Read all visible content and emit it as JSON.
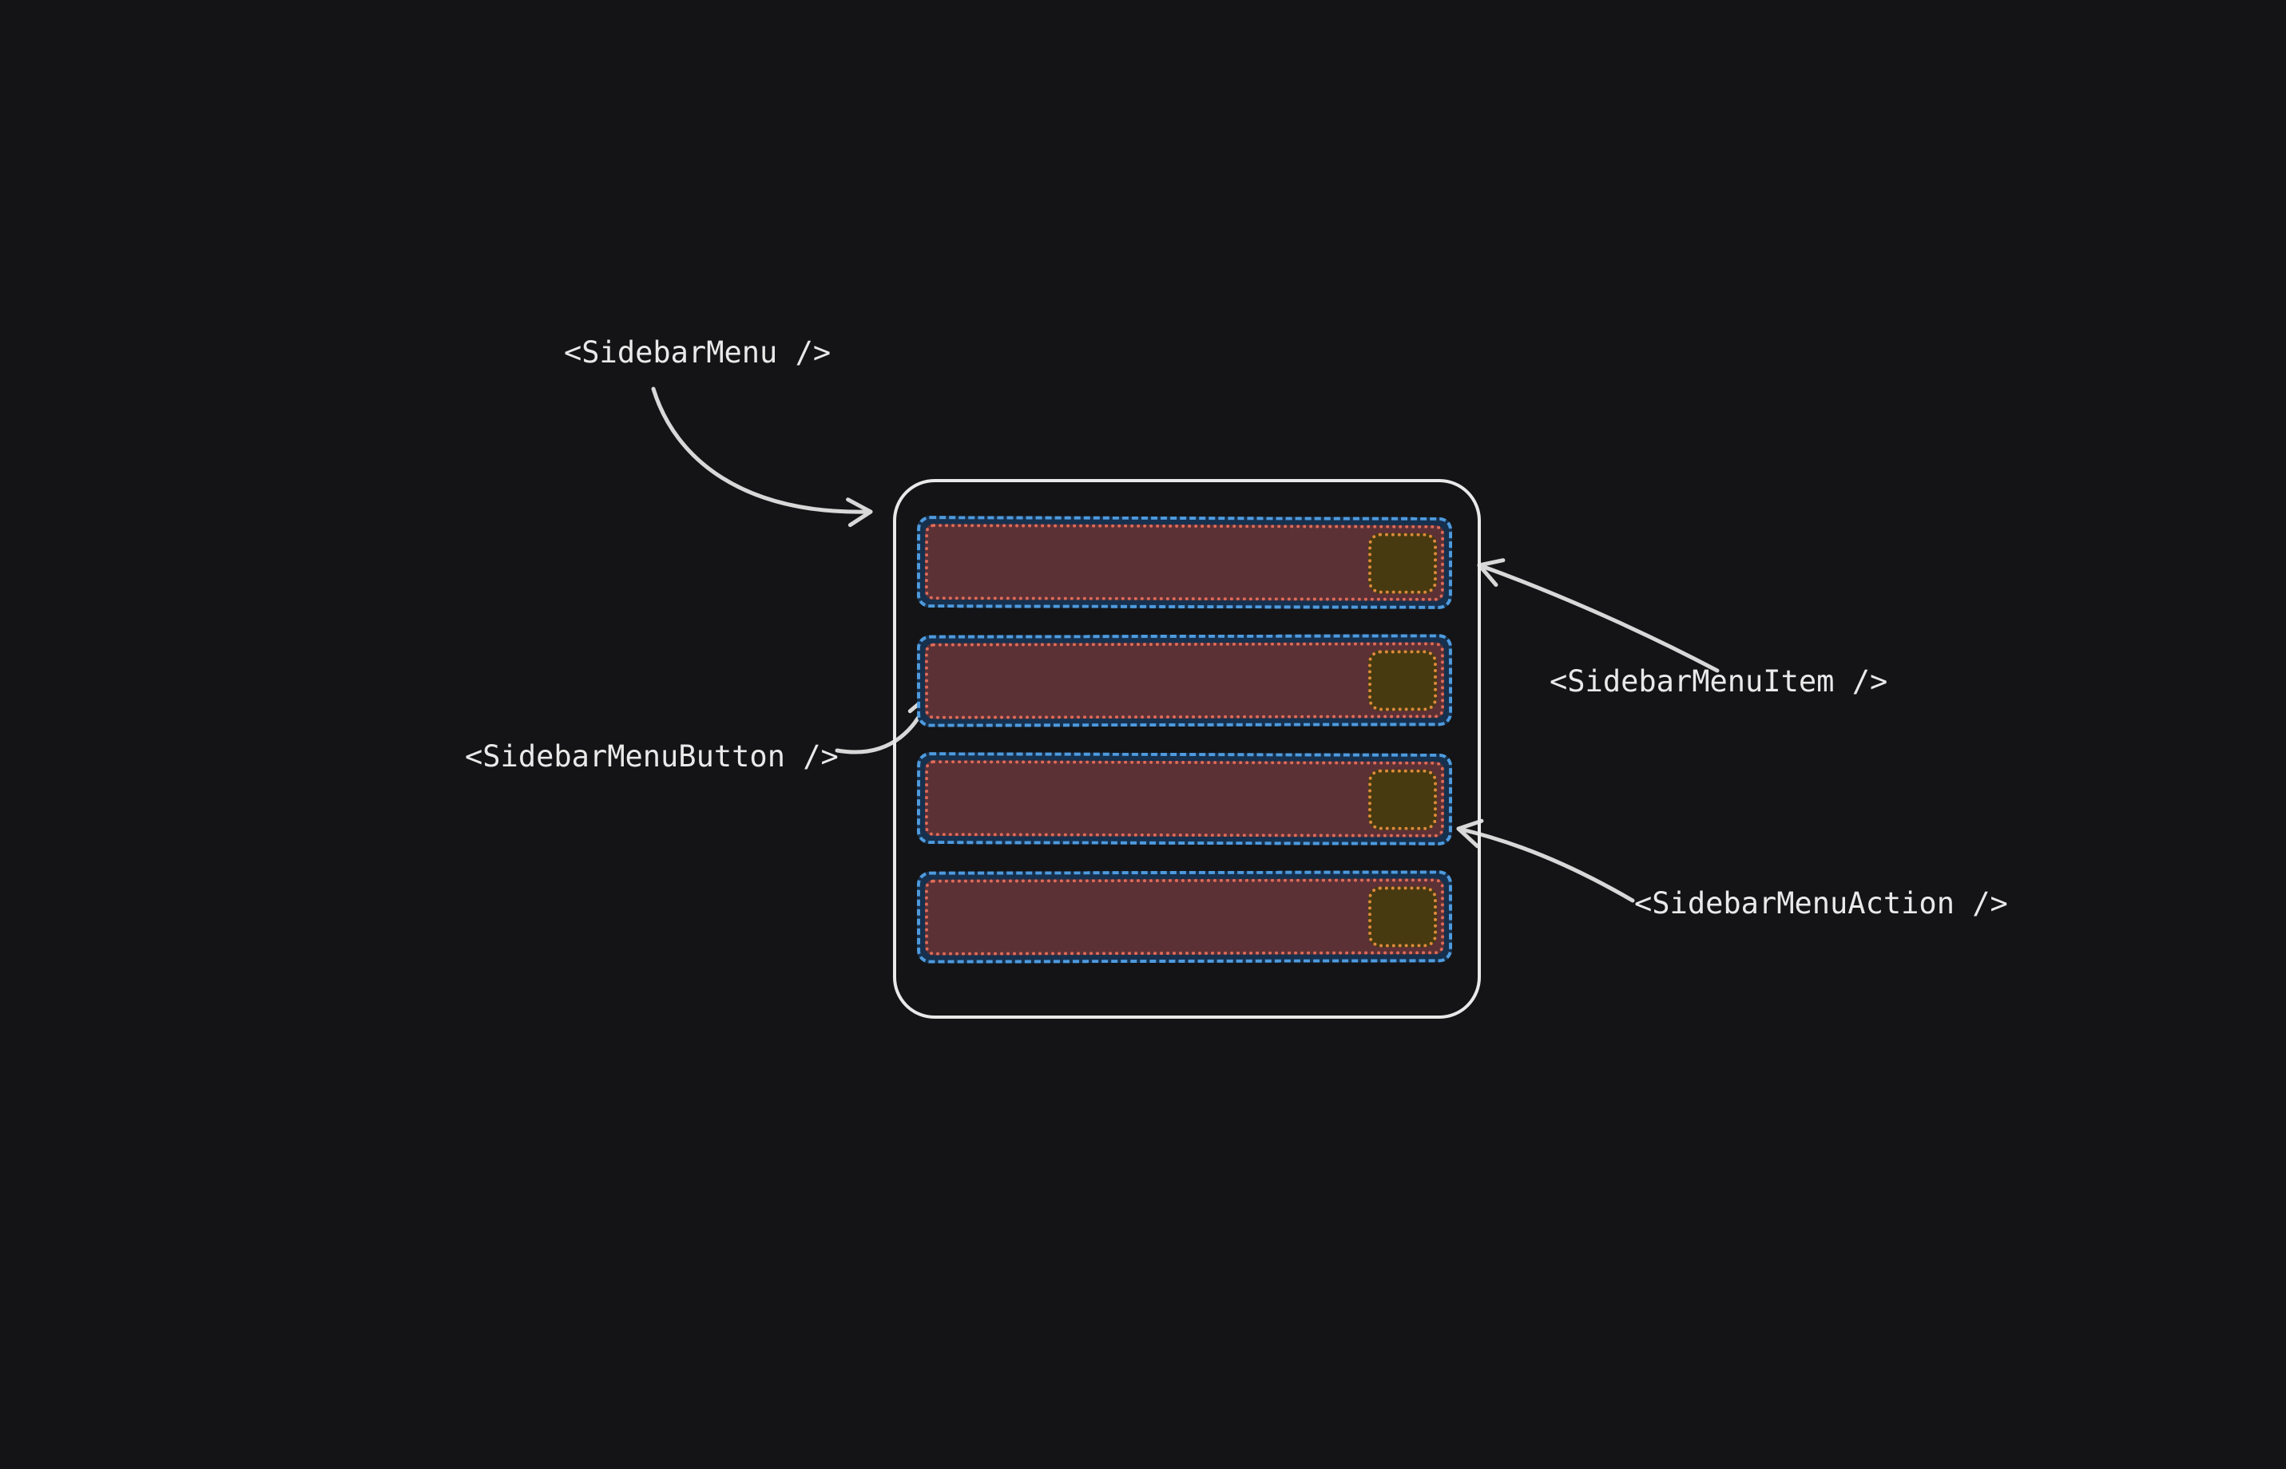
{
  "diagram": {
    "rows": 4,
    "labels": {
      "menu": "<SidebarMenu />",
      "item": "<SidebarMenuItem />",
      "button": "<SidebarMenuButton />",
      "action": "<SidebarMenuAction />"
    },
    "colors": {
      "background": "#141416",
      "container_border": "#e9e9e9",
      "item_border": "#4e9ade",
      "item_fill": "#16304d",
      "button_border": "#df6b59",
      "button_fill": "#5c3136",
      "action_border": "#dd8a3c",
      "action_fill": "#483a10",
      "arrow": "#d8d8d8",
      "label_text": "#e9e9e9"
    }
  }
}
